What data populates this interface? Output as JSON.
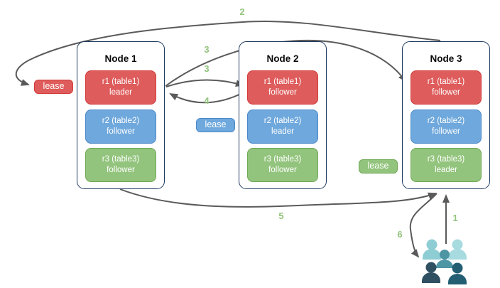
{
  "palette": {
    "replica_red_fill": "#df5c5c",
    "replica_red_border": "#d23a3a",
    "replica_blue_fill": "#6fa8dc",
    "replica_blue_border": "#4b88c9",
    "replica_green_fill": "#93c47d",
    "replica_green_border": "#6fa854",
    "node_border": "#1f3a5f",
    "arrow_gray": "#5a5a5a",
    "step_label_green": "#93c47d",
    "people": {
      "back_left": "#8ecdd4",
      "back_right": "#a7dbdf",
      "middle": "#4f96a4",
      "front_left": "#2e5061",
      "front_right": "#235e72"
    }
  },
  "nodes": [
    {
      "title": "Node 1",
      "replicas": [
        {
          "label": "r1 (table1)",
          "role": "leader"
        },
        {
          "label": "r2 (table2)",
          "role": "follower"
        },
        {
          "label": "r3 (table3)",
          "role": "follower"
        }
      ]
    },
    {
      "title": "Node 2",
      "replicas": [
        {
          "label": "r1 (table1)",
          "role": "follower"
        },
        {
          "label": "r2 (table2)",
          "role": "leader"
        },
        {
          "label": "r3 (table3)",
          "role": "follower"
        }
      ]
    },
    {
      "title": "Node 3",
      "replicas": [
        {
          "label": "r1 (table1)",
          "role": "follower"
        },
        {
          "label": "r2 (table2)",
          "role": "follower"
        },
        {
          "label": "r3 (table3)",
          "role": "leader"
        }
      ]
    }
  ],
  "leases": {
    "red": "lease",
    "blue": "lease",
    "green": "lease"
  },
  "arrow_labels": {
    "l1": "1",
    "l2": "2",
    "l3a": "3",
    "l3b": "3",
    "l4": "4",
    "l5": "5",
    "l6": "6"
  },
  "icons": {
    "clients": "people-group-icon"
  }
}
